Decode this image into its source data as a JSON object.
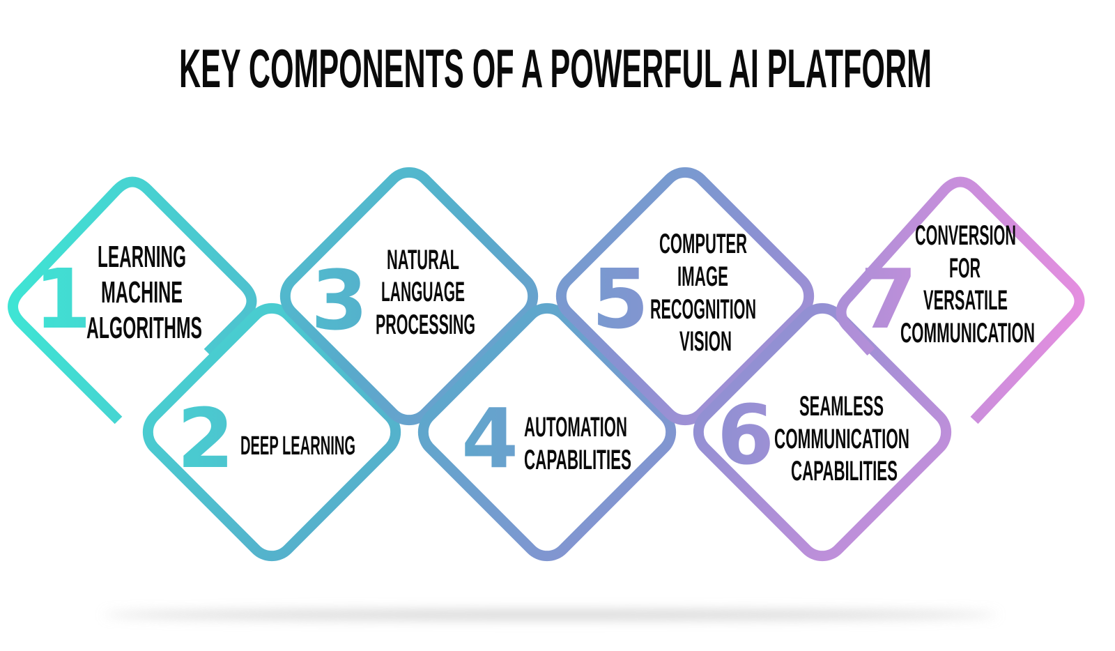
{
  "title": "KEY COMPONENTS OF A POWERFUL AI PLATFORM",
  "colors": {
    "start": "#3ee6d4",
    "mid1": "#58aacb",
    "mid2": "#8c90d2",
    "end": "#e78ee0",
    "text": "#0a0a0a"
  },
  "items": [
    {
      "number": "1",
      "lines": [
        "LEARNING",
        "MACHINE",
        "ALGORITHMS"
      ]
    },
    {
      "number": "2",
      "lines": [
        "DEEP LEARNING"
      ]
    },
    {
      "number": "3",
      "lines": [
        "NATURAL",
        "LANGUAGE",
        "PROCESSING"
      ]
    },
    {
      "number": "4",
      "lines": [
        "AUTOMATION",
        "CAPABILITIES"
      ]
    },
    {
      "number": "5",
      "lines": [
        "COMPUTER",
        "IMAGE",
        "RECOGNITION",
        "VISION"
      ]
    },
    {
      "number": "6",
      "lines": [
        "SEAMLESS",
        "COMMUNICATION",
        "CAPABILITIES"
      ]
    },
    {
      "number": "7",
      "lines": [
        "CONVERSION",
        "FOR",
        "VERSATILE",
        "COMMUNICATION"
      ]
    }
  ]
}
